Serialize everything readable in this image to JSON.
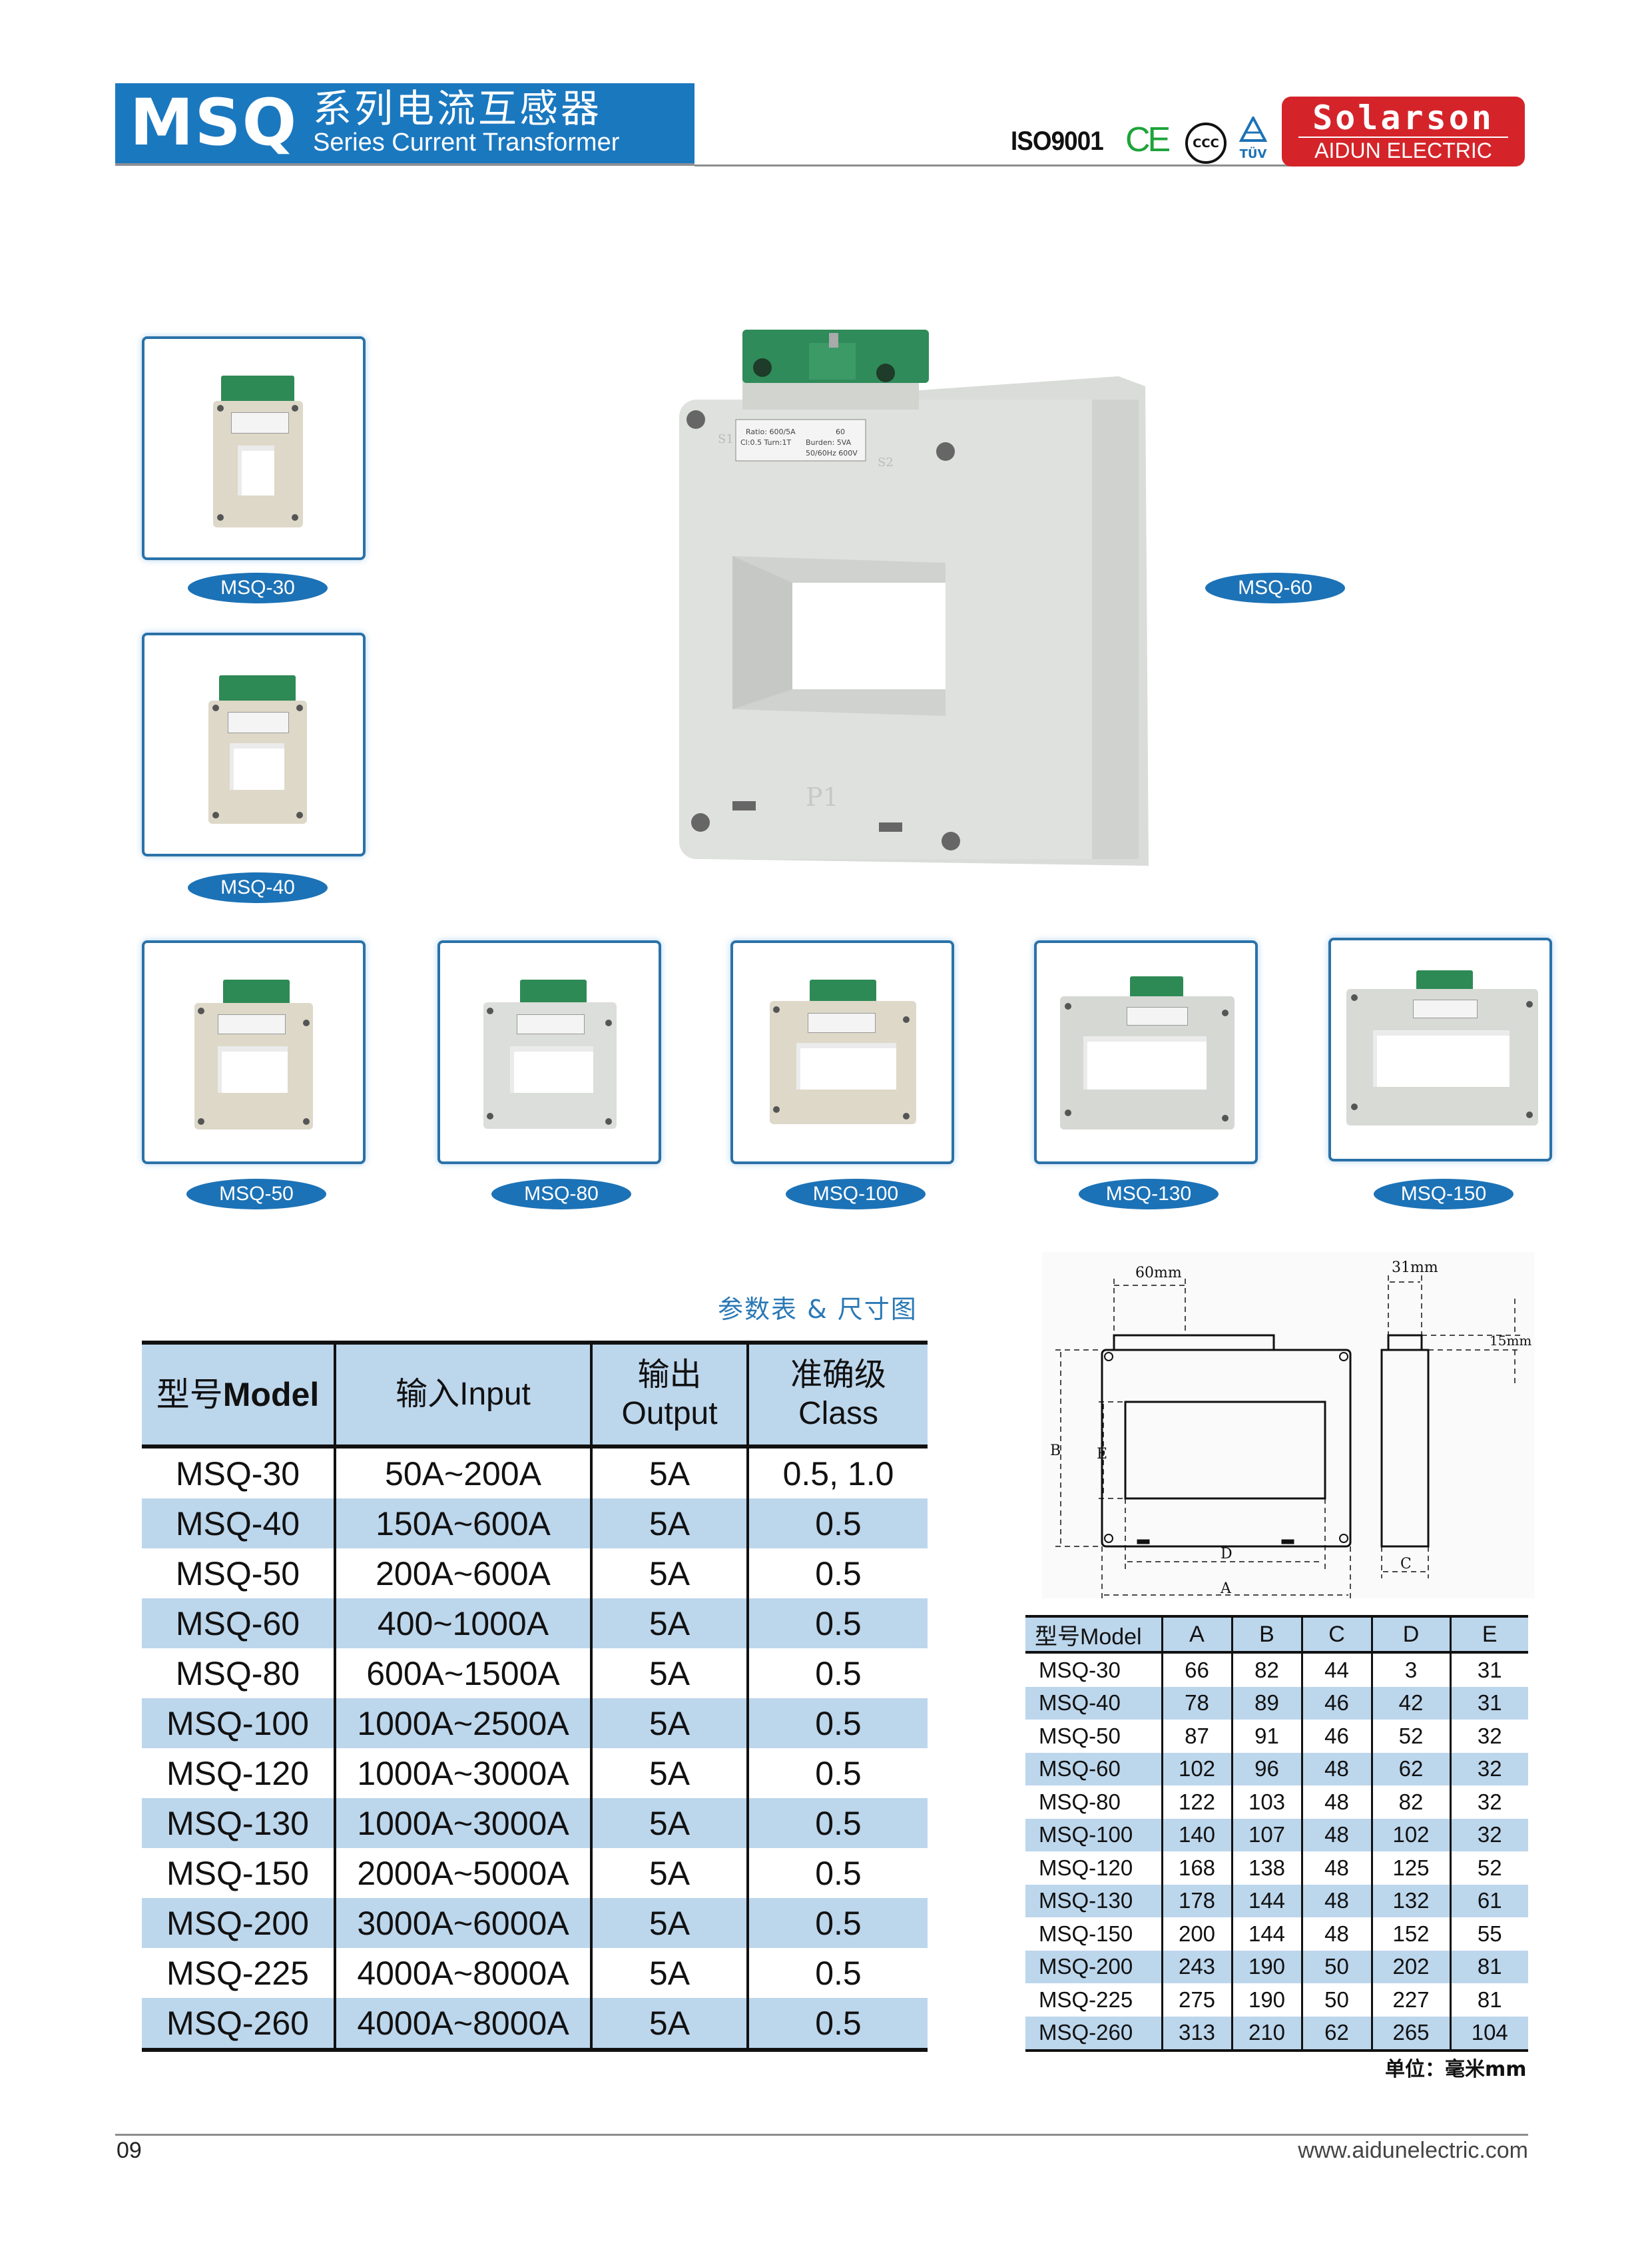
{
  "header": {
    "series_code": "MSQ",
    "title_cn": "系列电流互感器",
    "title_en": "Series Current Transformer",
    "band_color": "#1a78bf"
  },
  "certifications": {
    "iso": "ISO9001",
    "ce": "CE",
    "ccc": "CCC",
    "tuv": "TÜV"
  },
  "brand": {
    "name": "Solarson",
    "subtitle": "AIDUN ELECTRIC",
    "color": "#d4242a"
  },
  "products": {
    "featured": {
      "label": "MSQ-60"
    },
    "tiles": [
      {
        "label": "MSQ-30"
      },
      {
        "label": "MSQ-40"
      },
      {
        "label": "MSQ-50"
      },
      {
        "label": "MSQ-80"
      },
      {
        "label": "MSQ-100"
      },
      {
        "label": "MSQ-130"
      },
      {
        "label": "MSQ-150"
      }
    ],
    "nameplate": {
      "line1": "Ratio: 600/5A",
      "line1b": "60",
      "line2": "Cl:0.5  Turn:1T",
      "line2b": "Burden: 5VA",
      "line3": "50/60Hz 600V",
      "mark_s1": "S1",
      "mark_s2": "S2",
      "mark_p1": "P1"
    }
  },
  "section_title": "参数表 & 尺寸图",
  "spec_table": {
    "headers": {
      "model_cn": "型号",
      "model_en": "Model",
      "input": "输入Input",
      "output_cn": "输出",
      "output_en": "Output",
      "class_cn": "准确级",
      "class_en": "Class"
    },
    "rows": [
      {
        "model": "MSQ-30",
        "input": "50A~200A",
        "output": "5A",
        "class": "0.5, 1.0"
      },
      {
        "model": "MSQ-40",
        "input": "150A~600A",
        "output": "5A",
        "class": "0.5"
      },
      {
        "model": "MSQ-50",
        "input": "200A~600A",
        "output": "5A",
        "class": "0.5"
      },
      {
        "model": "MSQ-60",
        "input": "400~1000A",
        "output": "5A",
        "class": "0.5"
      },
      {
        "model": "MSQ-80",
        "input": "600A~1500A",
        "output": "5A",
        "class": "0.5"
      },
      {
        "model": "MSQ-100",
        "input": "1000A~2500A",
        "output": "5A",
        "class": "0.5"
      },
      {
        "model": "MSQ-120",
        "input": "1000A~3000A",
        "output": "5A",
        "class": "0.5"
      },
      {
        "model": "MSQ-130",
        "input": "1000A~3000A",
        "output": "5A",
        "class": "0.5"
      },
      {
        "model": "MSQ-150",
        "input": "2000A~5000A",
        "output": "5A",
        "class": "0.5"
      },
      {
        "model": "MSQ-200",
        "input": "3000A~6000A",
        "output": "5A",
        "class": "0.5"
      },
      {
        "model": "MSQ-225",
        "input": "4000A~8000A",
        "output": "5A",
        "class": "0.5"
      },
      {
        "model": "MSQ-260",
        "input": "4000A~8000A",
        "output": "5A",
        "class": "0.5"
      }
    ]
  },
  "drawing": {
    "dim_top": "60mm",
    "dim_side_top": "31mm",
    "dim_terminal_h": "15mm",
    "labels": {
      "A": "A",
      "B": "B",
      "C": "C",
      "D": "D",
      "E": "E"
    }
  },
  "dim_table": {
    "headers": [
      "型号Model",
      "A",
      "B",
      "C",
      "D",
      "E"
    ],
    "rows": [
      [
        "MSQ-30",
        "66",
        "82",
        "44",
        "3",
        "31"
      ],
      [
        "MSQ-40",
        "78",
        "89",
        "46",
        "42",
        "31"
      ],
      [
        "MSQ-50",
        "87",
        "91",
        "46",
        "52",
        "32"
      ],
      [
        "MSQ-60",
        "102",
        "96",
        "48",
        "62",
        "32"
      ],
      [
        "MSQ-80",
        "122",
        "103",
        "48",
        "82",
        "32"
      ],
      [
        "MSQ-100",
        "140",
        "107",
        "48",
        "102",
        "32"
      ],
      [
        "MSQ-120",
        "168",
        "138",
        "48",
        "125",
        "52"
      ],
      [
        "MSQ-130",
        "178",
        "144",
        "48",
        "132",
        "61"
      ],
      [
        "MSQ-150",
        "200",
        "144",
        "48",
        "152",
        "55"
      ],
      [
        "MSQ-200",
        "243",
        "190",
        "50",
        "202",
        "81"
      ],
      [
        "MSQ-225",
        "275",
        "190",
        "50",
        "227",
        "81"
      ],
      [
        "MSQ-260",
        "313",
        "210",
        "62",
        "265",
        "104"
      ]
    ],
    "unit_label": "单位：毫米mm"
  },
  "footer": {
    "page_number": "09",
    "website": "www.aidunelectric.com"
  },
  "colors": {
    "table_band": "#bcd6ec",
    "pill": "#1c72b6",
    "tile_border": "#2a72a8",
    "section_title": "#2a78b5",
    "terminal_green": "#2e8a55"
  }
}
